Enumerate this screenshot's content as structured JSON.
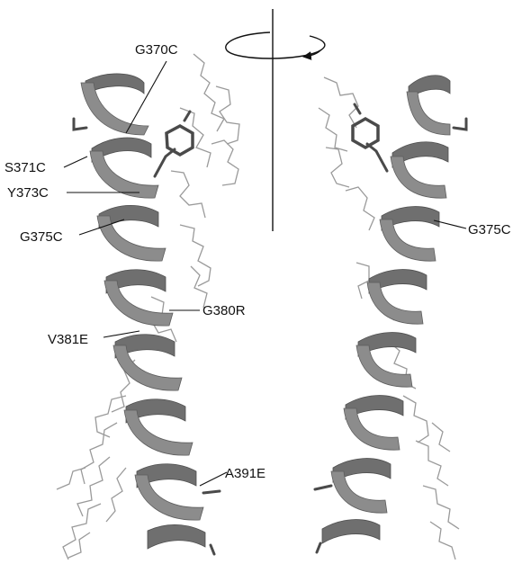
{
  "labels": {
    "g370c": "G370C",
    "s371c": "S371C",
    "y373c": "Y373C",
    "g375c_left": "G375C",
    "g380r": "G380R",
    "v381e": "V381E",
    "a391e": "A391E",
    "g375c_right": "G375C"
  },
  "colors": {
    "helix_front": "#8c8c8c",
    "helix_back": "#6f6f6f",
    "sidechain": "#9a9a9a",
    "sidechain_highlight": "#4a4a4a",
    "text": "#111111"
  },
  "icons": {
    "rotation": "rotation-arrow-icon"
  }
}
